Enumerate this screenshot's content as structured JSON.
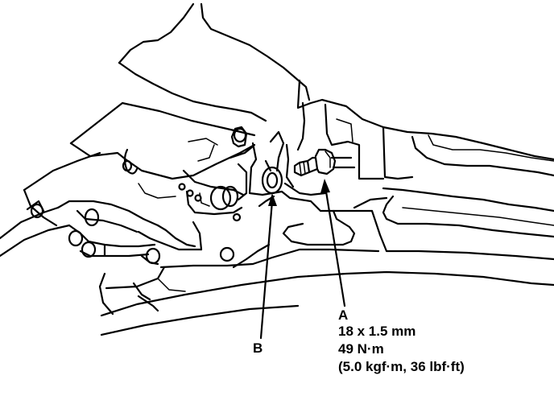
{
  "callouts": {
    "a": {
      "letter": "A",
      "size": "18 x 1.5 mm",
      "torque_nm": "49 N·m",
      "torque_other": "(5.0 kgf·m, 36 lbf·ft)"
    },
    "b": {
      "letter": "B"
    }
  },
  "colors": {
    "ink": "#000000",
    "background": "#ffffff"
  }
}
